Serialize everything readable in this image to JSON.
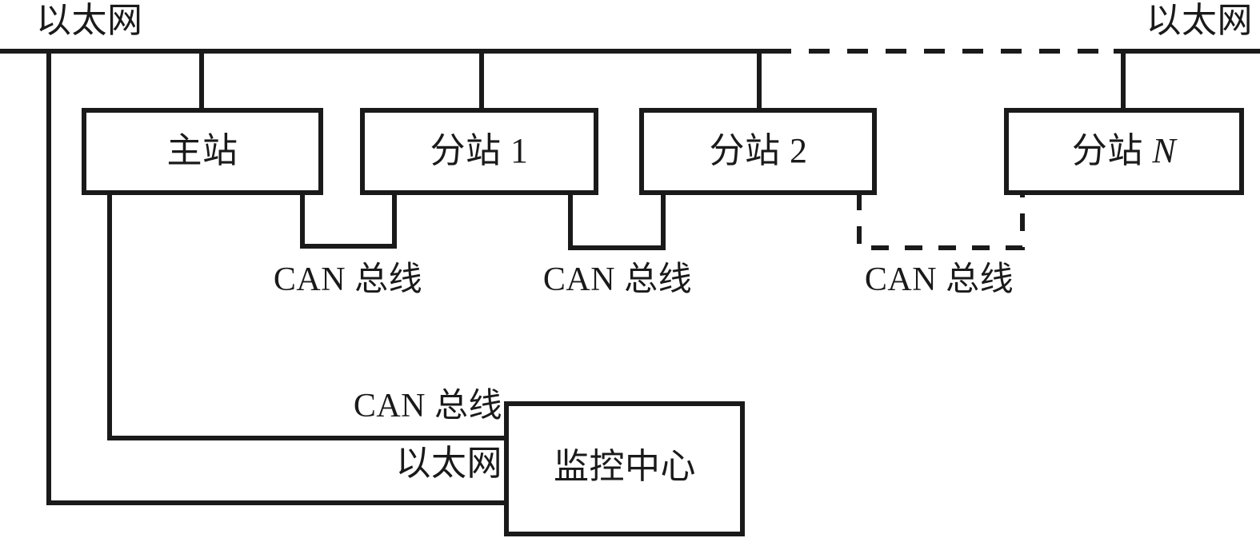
{
  "diagram": {
    "title": "CAN-Ethernet hierarchical monitoring network topology",
    "stroke_color": "#1a1a1a",
    "background_color": "#ffffff",
    "labels": {
      "ethernet_left": "以太网",
      "ethernet_right": "以太网",
      "ethernet_center_bottom": "以太网",
      "can_bus_1": "CAN 总线",
      "can_bus_2": "CAN 总线",
      "can_bus_3": "CAN 总线",
      "can_bus_center": "CAN 总线"
    },
    "nodes": [
      {
        "id": "master",
        "label": "主站",
        "italic_suffix": ""
      },
      {
        "id": "sub1",
        "label": "分站 1",
        "italic_suffix": ""
      },
      {
        "id": "sub2",
        "label": "分站 2",
        "italic_suffix": ""
      },
      {
        "id": "subN",
        "label": "分站 ",
        "italic_suffix": "N"
      },
      {
        "id": "center",
        "label": "监控中心",
        "italic_suffix": ""
      }
    ]
  }
}
